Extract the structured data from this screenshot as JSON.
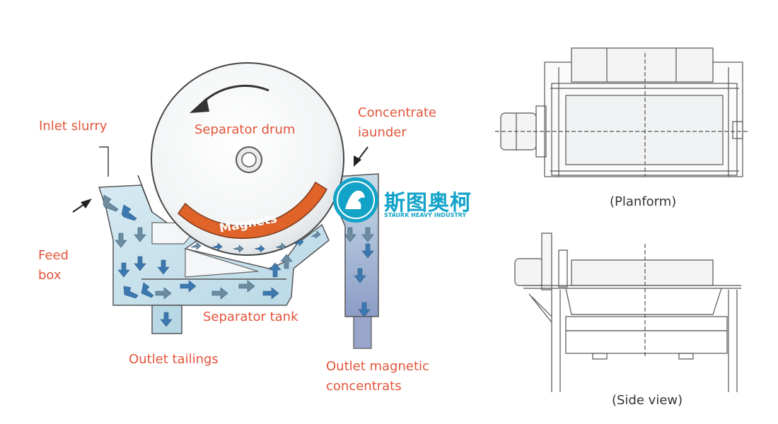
{
  "labels": {
    "inlet_slurry": "Inlet slurry",
    "separator_drum": "Separator drum",
    "concentrate_l1": "Concentrate",
    "concentrate_l2": "iaunder",
    "feed_l1": "Feed",
    "feed_l2": "box",
    "magnets": "Magnets",
    "separator_tank": "Separator tank",
    "outlet_tailings": "Outlet tailings",
    "outlet_mag_l1": "Outlet magnetic",
    "outlet_mag_l2": "concentrats",
    "planform": "(Planform)",
    "side_view": "(Side view)"
  },
  "watermark": {
    "cn": "斯图奥柯",
    "en": "STAURK HEAVY INDUSTRY"
  },
  "colors": {
    "label_red": "#e2553a",
    "brand_teal": "#13a3c9",
    "slurry_fill": "#cfe6ef",
    "magnet_fill": "#e0632a",
    "arrow_fill": "#3c78b0",
    "line": "#333333"
  }
}
